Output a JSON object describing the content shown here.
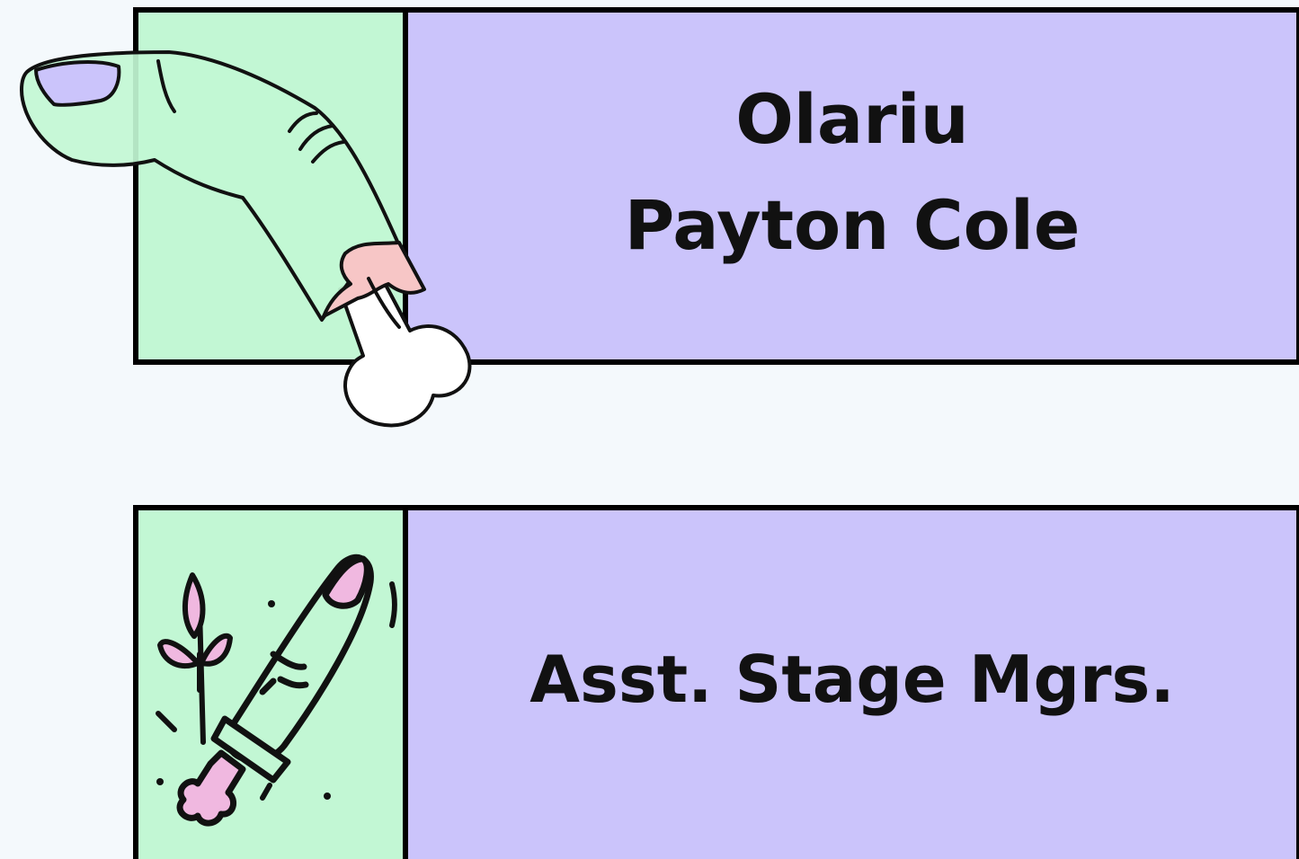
{
  "card_1": {
    "line_1": "Olariu",
    "line_2": "Payton Cole",
    "icon": "zombie-finger-icon"
  },
  "card_2": {
    "label": "Asst. Stage Mgrs.",
    "icon": "severed-finger-sprig-icon"
  },
  "colors": {
    "background": "#f4f9fc",
    "icon_panel": "#c2f7d4",
    "text_panel": "#cbc4fb",
    "border": "#000000",
    "skin": "#c2f7d4",
    "nail": "#cbc4fb",
    "flesh": "#f7c6c6",
    "bone": "#ffffff",
    "pink": "#f0b8e0"
  }
}
